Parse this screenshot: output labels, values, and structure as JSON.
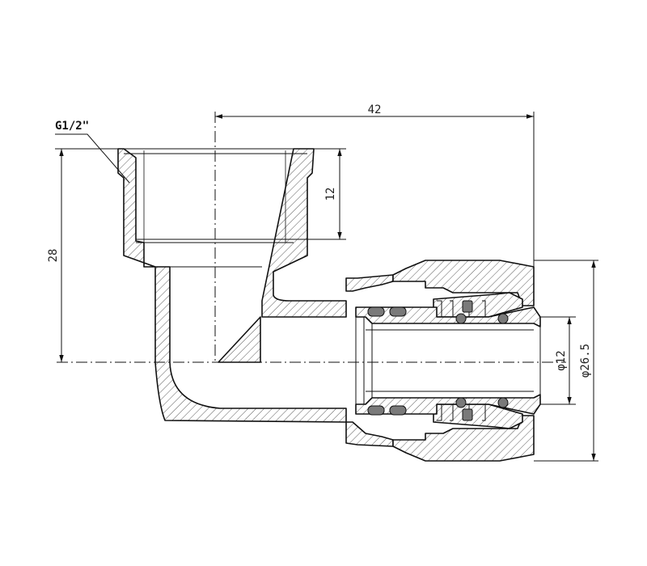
{
  "drawing": {
    "thread_callout": "G1/2\"",
    "dimensions": {
      "overall_length": "42",
      "thread_depth": "12",
      "height": "28",
      "bore_diameter": "φ12",
      "outer_diameter": "φ26.5"
    }
  }
}
